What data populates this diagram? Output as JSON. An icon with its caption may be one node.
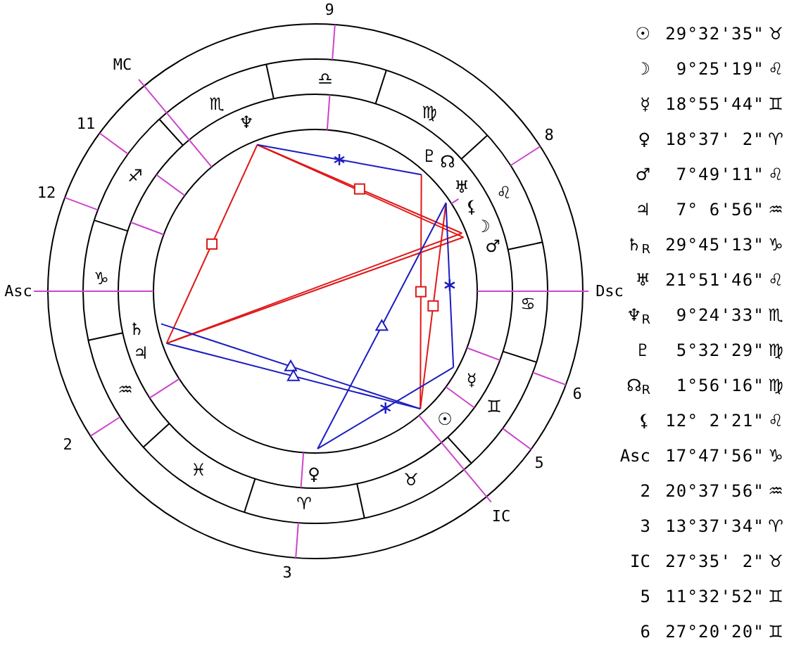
{
  "diagram": {
    "labels": [
      "9",
      "MC",
      "♎",
      "♏",
      "11",
      "♆",
      "♍",
      "8",
      "♐",
      "♇",
      "☊",
      "12",
      "♅",
      "⚸",
      "♌",
      "☽",
      "♂",
      "Asc",
      "♑",
      "♋",
      "Dsc",
      "♄",
      "♃",
      "♒",
      "☿",
      "♊",
      "6",
      "☉",
      "2",
      "♓",
      "♀",
      "♉",
      "5",
      "♈",
      "IC",
      "3",
      "☉",
      "29°32'35\"",
      "♉",
      "☽",
      "9°25'19\"",
      "♌",
      "☿",
      "18°55'44\"",
      "♊",
      "♀",
      "18°37' 2\"",
      "♈",
      "♂",
      "7°49'11\"",
      "♌",
      "♃",
      "7° 6'56\"",
      "♒",
      "♄$_{R}$",
      "29°45'13\"",
      "♑",
      "♅",
      "21°51'46\"",
      "♌",
      "♆$_{R}$",
      "9°24'33\"",
      "♏",
      "♇",
      "5°32'29\"",
      "♍",
      "☊$_{R}$",
      "1°56'16\"",
      "♍",
      "⚸",
      "12° 2'21\"",
      "♌",
      "Asc",
      "17°47'56\"",
      "♑",
      "2",
      "20°37'56\"",
      "♒",
      "3",
      "13°37'34\"",
      "♈",
      "IC",
      "27°35' 2\"",
      "♉",
      "5",
      "11°32'52\"",
      "♊",
      "6",
      "27°20'20\"",
      "♊"
    ]
  }
}
